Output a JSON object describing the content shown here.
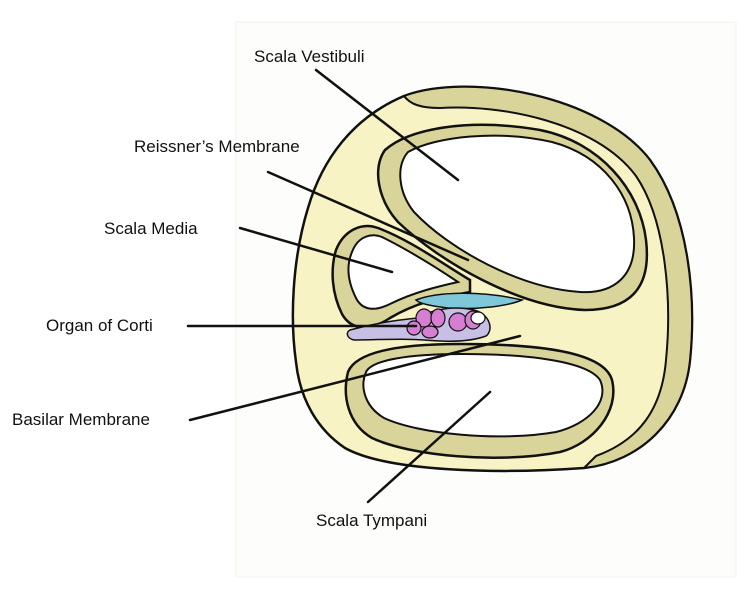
{
  "labels": {
    "scala_vestibuli": "Scala Vestibuli",
    "reissners_membrane": "Reissner’s Membrane",
    "scala_media": "Scala Media",
    "organ_of_corti": "Organ of Corti",
    "basilar_membrane": "Basilar Membrane",
    "scala_tympani": "Scala Tympani"
  },
  "colors": {
    "bone_fill": "#F7F3C4",
    "inner_wall_fill": "#D9D59A",
    "outline": "#111111",
    "tectorial_membrane": "#7EC8D9",
    "hair_cells": "#D67FD2",
    "support_cells": "#C7BFE4",
    "chamber_fill": "#FFFFFF"
  }
}
